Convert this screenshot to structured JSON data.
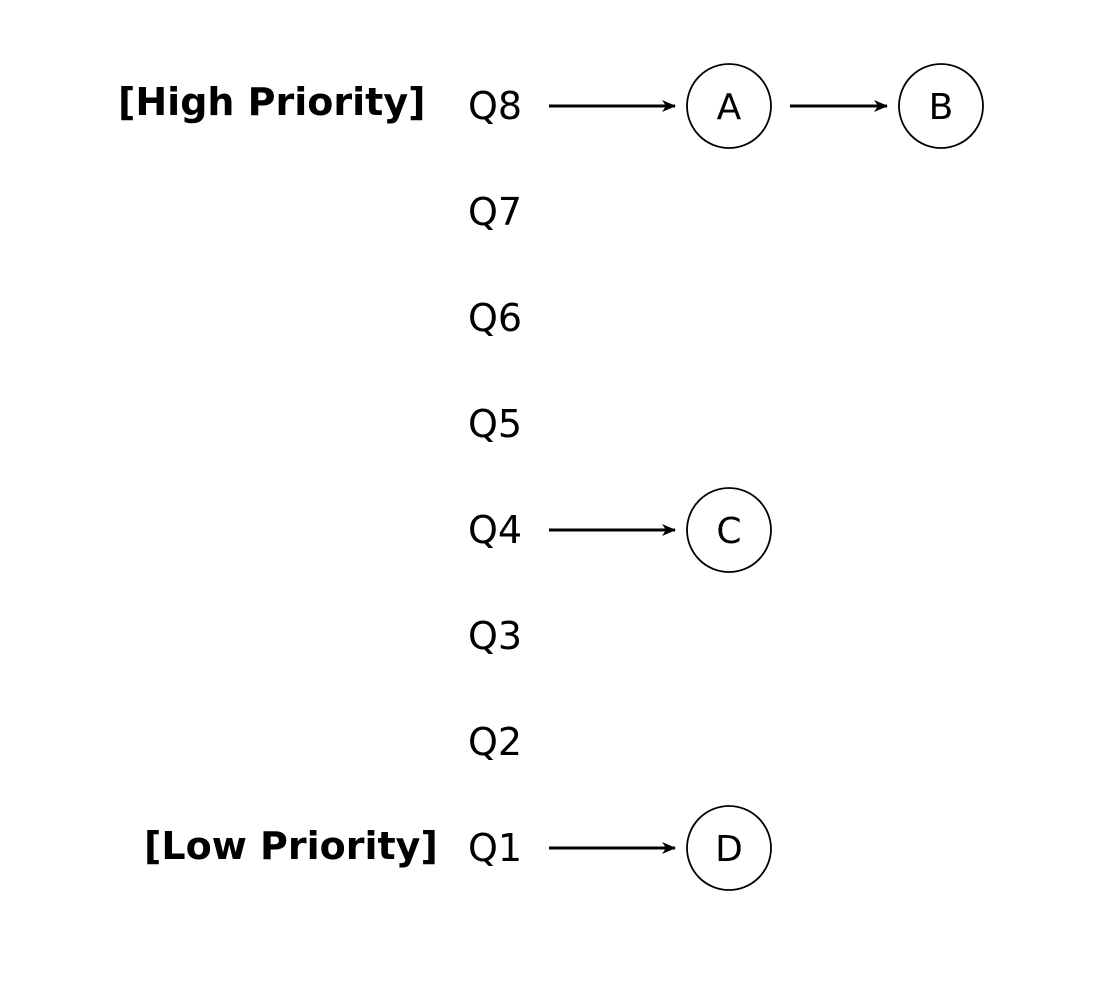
{
  "priority_labels": {
    "high": "[High Priority]",
    "low": "[Low Priority]"
  },
  "queues": [
    {
      "label": "Q8",
      "processes": [
        "A",
        "B"
      ]
    },
    {
      "label": "Q7",
      "processes": []
    },
    {
      "label": "Q6",
      "processes": []
    },
    {
      "label": "Q5",
      "processes": []
    },
    {
      "label": "Q4",
      "processes": [
        "C"
      ]
    },
    {
      "label": "Q3",
      "processes": []
    },
    {
      "label": "Q2",
      "processes": []
    },
    {
      "label": "Q1",
      "processes": [
        "D"
      ]
    }
  ]
}
